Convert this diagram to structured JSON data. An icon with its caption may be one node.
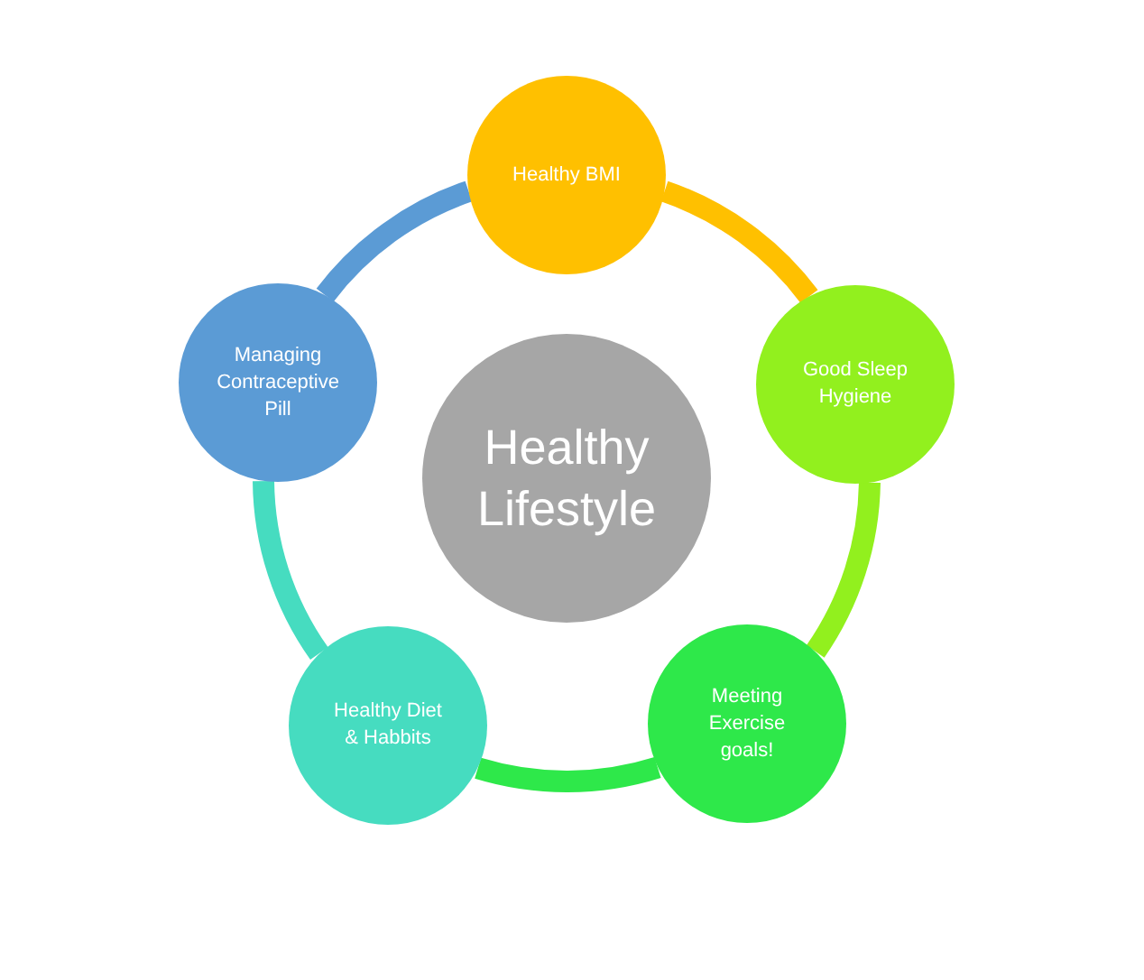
{
  "diagram": {
    "nodes": [
      {
        "text": [
          "Healthy Lifestyle"
        ]
      },
      {
        "text": [
          "Healthy BMI"
        ]
      },
      {
        "text": [
          "Good Sleep Hygiene"
        ]
      },
      {
        "text": [
          "Meeting Exercise goals!"
        ]
      },
      {
        "text": [
          "Healthy Diet & Habbits"
        ]
      },
      {
        "text": [
          "Managing Contraceptive Pill"
        ]
      }
    ],
    "edges": [
      {
        "from": 1,
        "to": 2,
        "arrow": "none",
        "color": "#ffc000"
      },
      {
        "from": 2,
        "to": 3,
        "arrow": "none",
        "color": "#92f01e"
      },
      {
        "from": 3,
        "to": 4,
        "arrow": "none",
        "color": "#2ee84a"
      },
      {
        "from": 4,
        "to": 5,
        "arrow": "none",
        "color": "#46dcc0"
      },
      {
        "from": 5,
        "to": 1,
        "arrow": "none",
        "color": "#5b9bd5"
      }
    ]
  }
}
